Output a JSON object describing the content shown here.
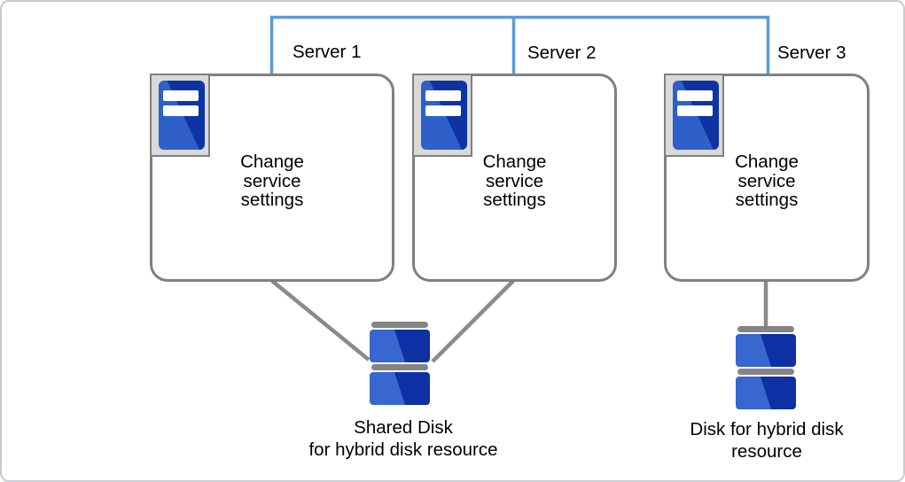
{
  "colors": {
    "network_line": "#5B9BD5",
    "link_line": "#8A8A8A",
    "box_border": "#808080",
    "box_fill": "#FFFFFF",
    "icon_frame_fill": "#D9D9D9",
    "icon_frame_border": "#808080",
    "server_blue_light": "#2F60CA",
    "server_blue_dark": "#0E34A3",
    "disk_blue_light": "#3767CF",
    "disk_blue_dark": "#0D31A4",
    "disk_cap_gray": "#848484",
    "canvas_border": "#C8CCD0",
    "text": "#000000"
  },
  "servers": [
    {
      "name": "Server 1",
      "action": "Change service settings"
    },
    {
      "name": "Server 2",
      "action": "Change service settings"
    },
    {
      "name": "Server 3",
      "action": "Change service settings"
    }
  ],
  "disks": [
    {
      "label_lines": [
        "Shared Disk",
        "for hybrid disk resource"
      ]
    },
    {
      "label_lines": [
        "Disk for hybrid disk",
        "resource"
      ]
    }
  ]
}
